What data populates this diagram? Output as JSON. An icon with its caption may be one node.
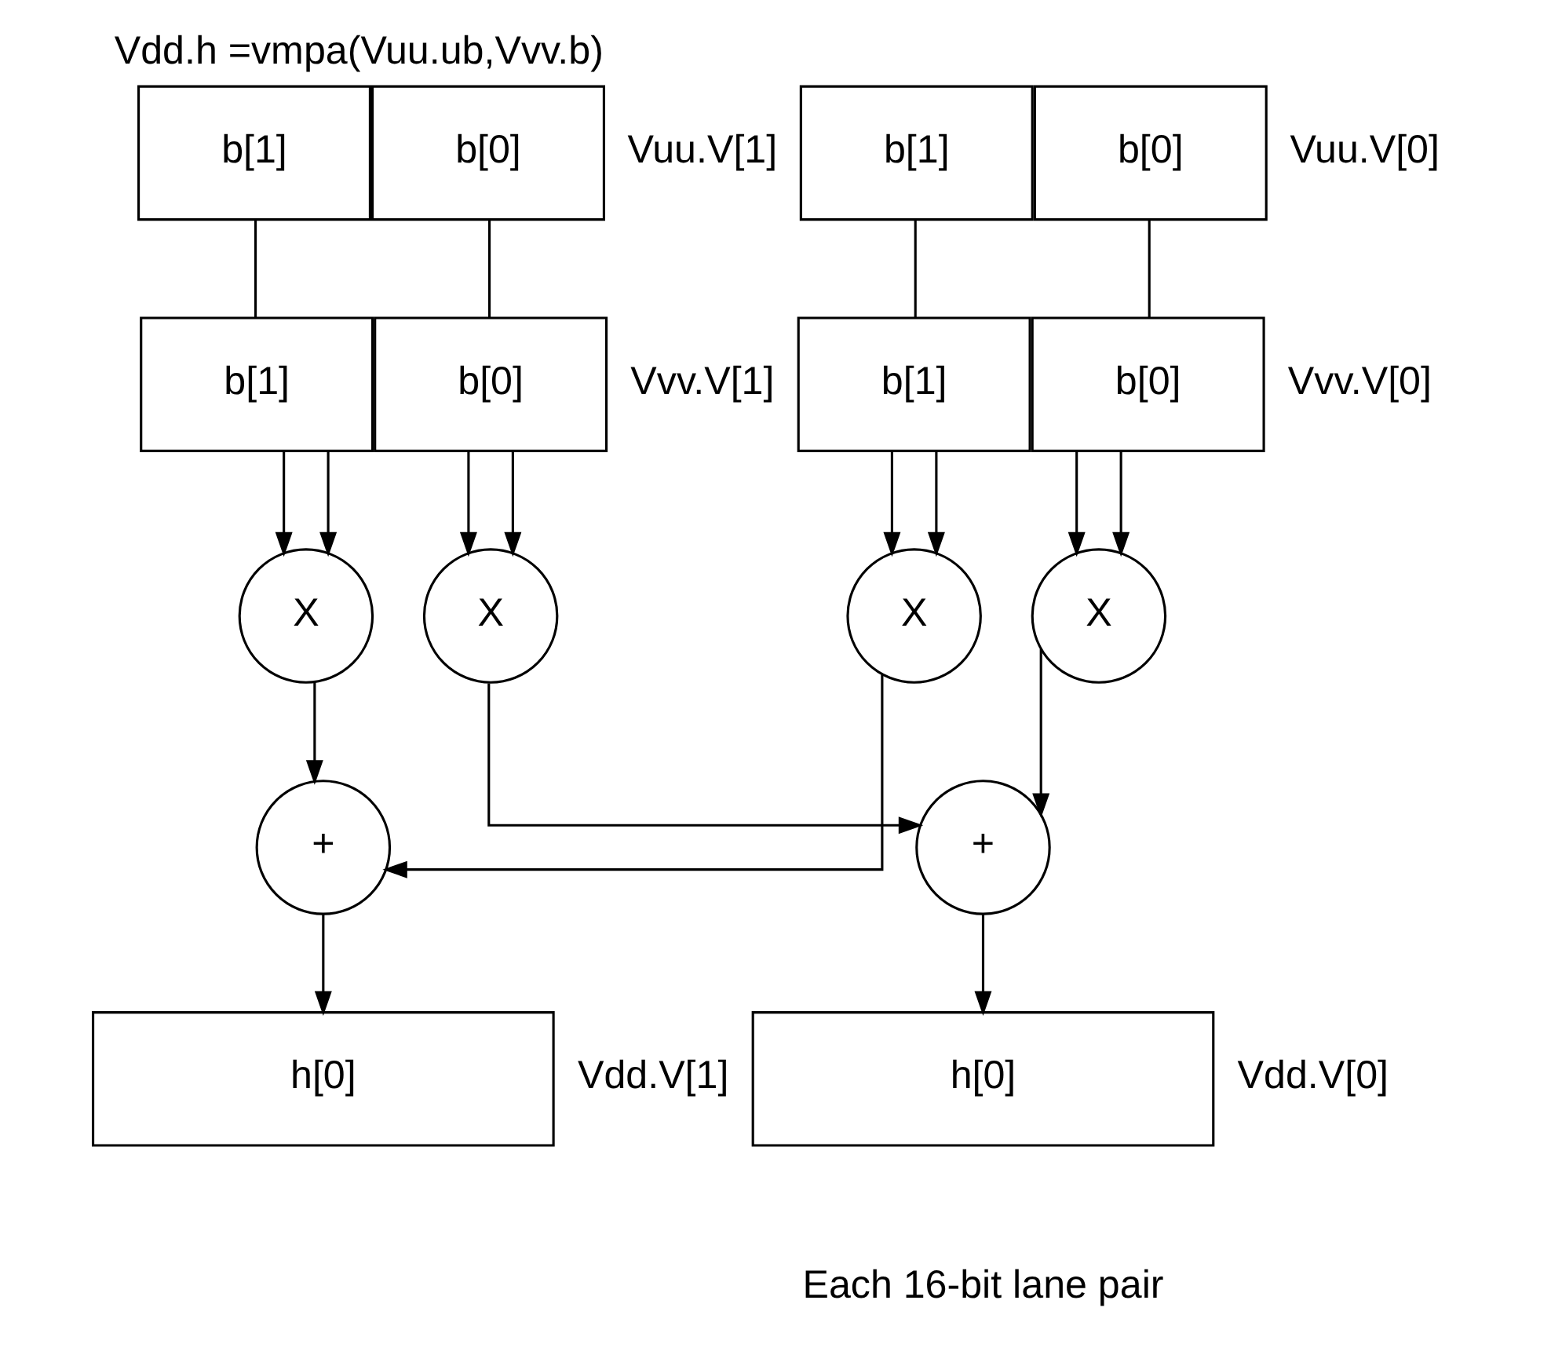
{
  "diagram": {
    "title": "Vdd.h =vmpa(Vuu.ub,Vvv.b)",
    "nodes": [
      {
        "text": [
          "b[1]"
        ]
      },
      {
        "text": [
          "b[0]"
        ],
        "beside": [
          "Vuu.V[1]"
        ]
      },
      {
        "text": [
          "b[1]"
        ]
      },
      {
        "text": [
          "b[0]"
        ],
        "beside": [
          "Vuu.V[0]"
        ]
      },
      {
        "text": [
          "b[1]"
        ]
      },
      {
        "text": [
          "b[0]"
        ],
        "beside": [
          "Vvv.V[1]"
        ]
      },
      {
        "text": [
          "b[1]"
        ]
      },
      {
        "text": [
          "b[0]"
        ],
        "beside": [
          "Vvv.V[0]"
        ]
      },
      {
        "text": [
          "X"
        ]
      },
      {
        "text": [
          "X"
        ]
      },
      {
        "text": [
          "X"
        ]
      },
      {
        "text": [
          "X"
        ]
      },
      {
        "text": [
          "+"
        ]
      },
      {
        "text": [
          "+"
        ]
      },
      {
        "text": [
          "h[0]"
        ],
        "beside": [
          "Vdd.V[1]"
        ]
      },
      {
        "text": [
          "h[0]"
        ],
        "beside": [
          "Vdd.V[0]"
        ]
      }
    ],
    "edges": [
      {
        "from": 0,
        "to": 4,
        "arrow": "none"
      },
      {
        "from": 1,
        "to": 5,
        "arrow": "none"
      },
      {
        "from": 2,
        "to": 6,
        "arrow": "none"
      },
      {
        "from": 3,
        "to": 7,
        "arrow": "none"
      },
      {
        "from": 4,
        "to": 8,
        "arrow": "to"
      },
      {
        "from": 4,
        "to": 8,
        "arrow": "to"
      },
      {
        "from": 5,
        "to": 9,
        "arrow": "to"
      },
      {
        "from": 5,
        "to": 9,
        "arrow": "to"
      },
      {
        "from": 6,
        "to": 10,
        "arrow": "to"
      },
      {
        "from": 6,
        "to": 10,
        "arrow": "to"
      },
      {
        "from": 7,
        "to": 11,
        "arrow": "to"
      },
      {
        "from": 7,
        "to": 11,
        "arrow": "to"
      },
      {
        "from": 8,
        "to": 12,
        "arrow": "to"
      },
      {
        "from": 10,
        "to": 12,
        "arrow": "to"
      },
      {
        "from": 9,
        "to": 13,
        "arrow": "to"
      },
      {
        "from": 11,
        "to": 13,
        "arrow": "to"
      },
      {
        "from": 12,
        "to": 14,
        "arrow": "to"
      },
      {
        "from": 13,
        "to": 15,
        "arrow": "to"
      }
    ],
    "labels": [
      "Each 16-bit lane pair"
    ]
  }
}
